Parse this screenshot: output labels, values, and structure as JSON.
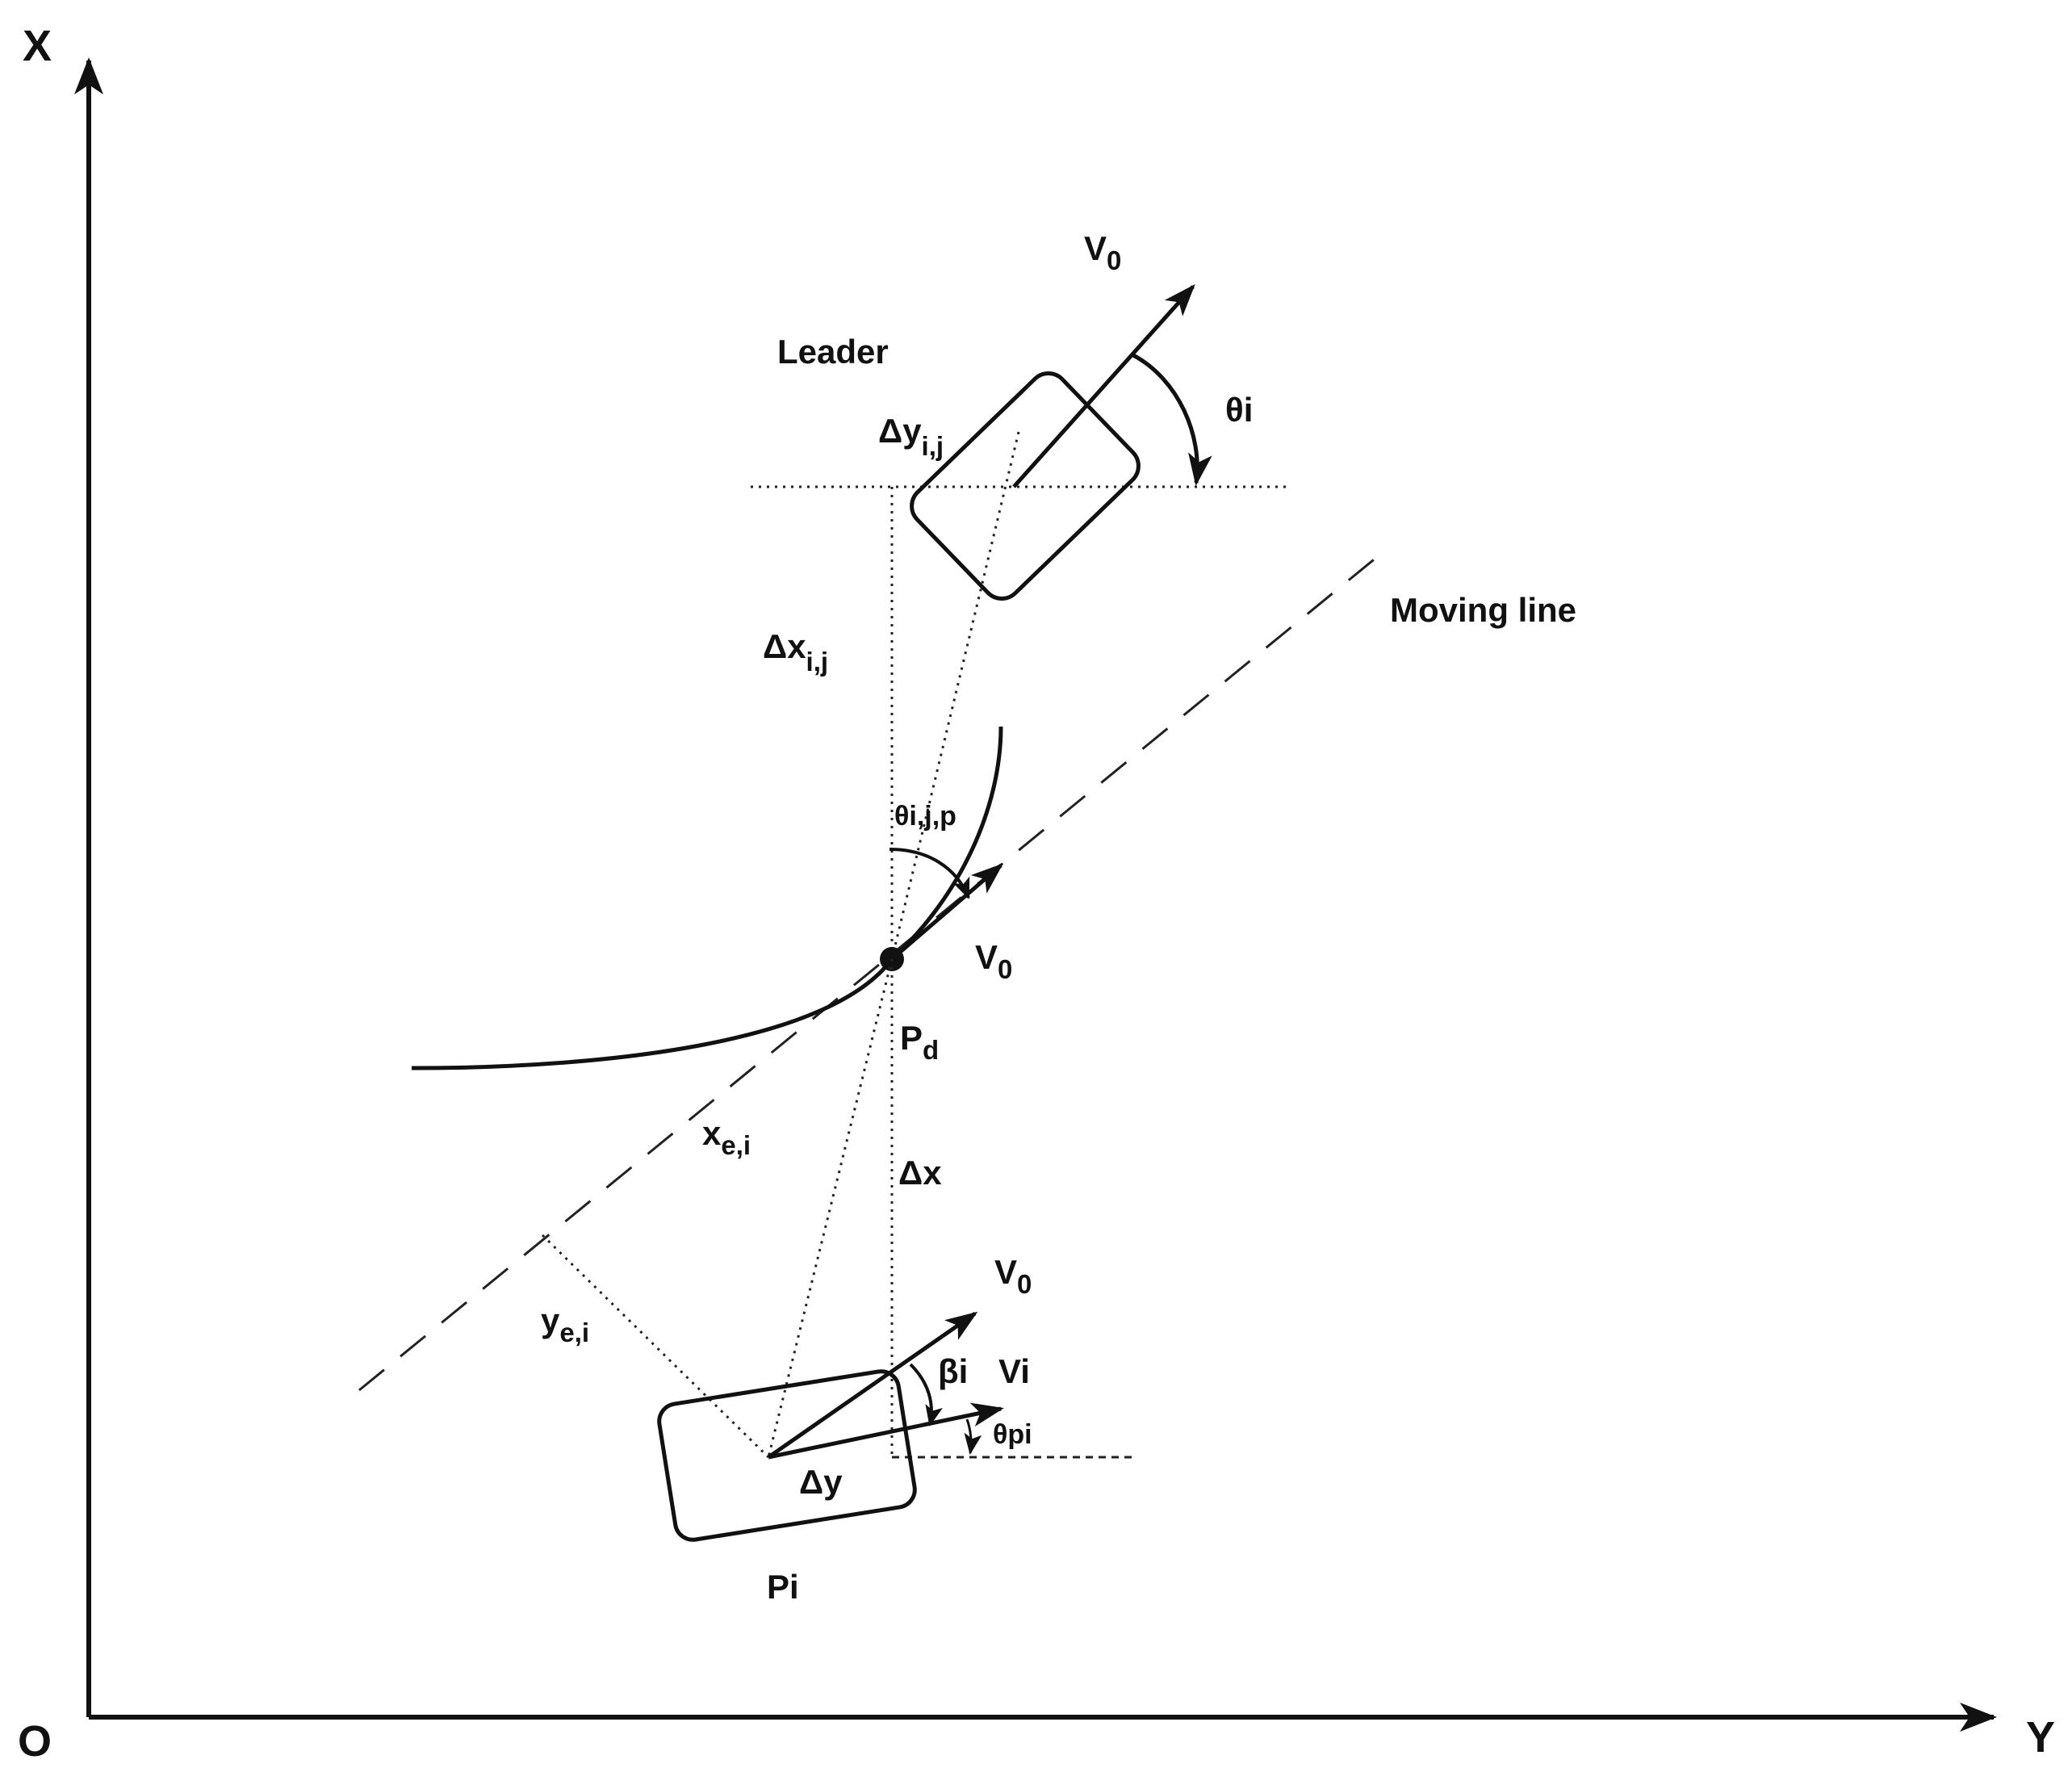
{
  "axes": {
    "vertical": "X",
    "horizontal": "Y",
    "origin": "O"
  },
  "leader": {
    "label": "Leader",
    "velocity": {
      "base": "V",
      "sub": "0"
    },
    "heading_angle": "θi",
    "delta_y": {
      "base": "Δy",
      "sub": "i,j"
    },
    "delta_x": {
      "base": "Δx",
      "sub": "i,j"
    }
  },
  "moving_line": {
    "label": "Moving line"
  },
  "desired_point": {
    "label": {
      "base": "P",
      "sub": "d"
    },
    "angle": "θi,j,p",
    "velocity": {
      "base": "V",
      "sub": "0"
    }
  },
  "errors": {
    "x_error": {
      "base": "x",
      "sub": "e,i"
    },
    "y_error": {
      "base": "y",
      "sub": "e,i"
    }
  },
  "follower": {
    "label": "Pi",
    "delta_x": "Δx",
    "delta_y": "Δy",
    "velocity": {
      "base": "V",
      "sub": "0"
    },
    "vi": "Vi",
    "beta": "βi",
    "theta_p": "θpi"
  },
  "colors": {
    "ink": "#111111",
    "background": "#ffffff"
  }
}
